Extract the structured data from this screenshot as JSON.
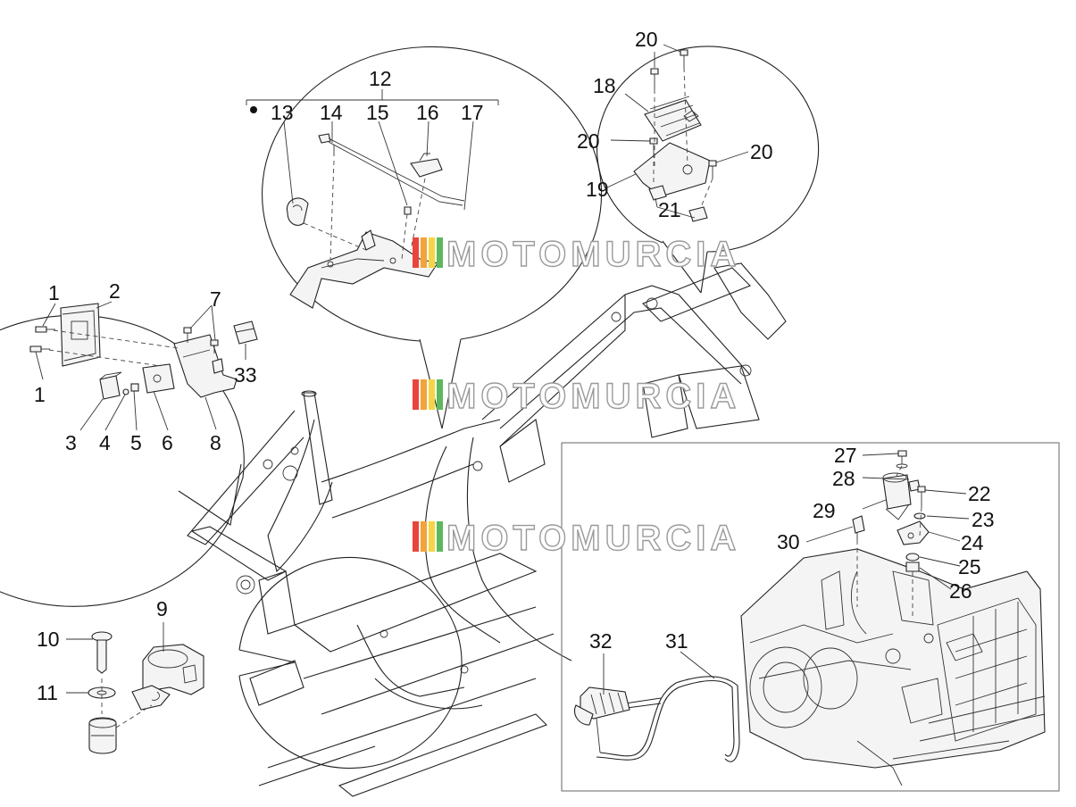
{
  "watermark": {
    "text": "MOTOMURCIA",
    "stripe_colors": [
      "#e8453c",
      "#f2a33a",
      "#f5d547",
      "#5bb85d"
    ]
  },
  "callouts": [
    {
      "id": "c1a",
      "text": "1"
    },
    {
      "id": "c1b",
      "text": "1"
    },
    {
      "id": "c2",
      "text": "2"
    },
    {
      "id": "c3",
      "text": "3"
    },
    {
      "id": "c4",
      "text": "4"
    },
    {
      "id": "c5",
      "text": "5"
    },
    {
      "id": "c6",
      "text": "6"
    },
    {
      "id": "c7",
      "text": "7"
    },
    {
      "id": "c8",
      "text": "8"
    },
    {
      "id": "c9",
      "text": "9"
    },
    {
      "id": "c10",
      "text": "10"
    },
    {
      "id": "c11",
      "text": "11"
    },
    {
      "id": "c12",
      "text": "12"
    },
    {
      "id": "c13",
      "text": "13"
    },
    {
      "id": "c14",
      "text": "14"
    },
    {
      "id": "c15",
      "text": "15"
    },
    {
      "id": "c16",
      "text": "16"
    },
    {
      "id": "c17",
      "text": "17"
    },
    {
      "id": "c18",
      "text": "18"
    },
    {
      "id": "c19",
      "text": "19"
    },
    {
      "id": "c20a",
      "text": "20"
    },
    {
      "id": "c20b",
      "text": "20"
    },
    {
      "id": "c20c",
      "text": "20"
    },
    {
      "id": "c21",
      "text": "21"
    },
    {
      "id": "c22",
      "text": "22"
    },
    {
      "id": "c23",
      "text": "23"
    },
    {
      "id": "c24",
      "text": "24"
    },
    {
      "id": "c25",
      "text": "25"
    },
    {
      "id": "c26",
      "text": "26"
    },
    {
      "id": "c27",
      "text": "27"
    },
    {
      "id": "c28",
      "text": "28"
    },
    {
      "id": "c29",
      "text": "29"
    },
    {
      "id": "c30",
      "text": "30"
    },
    {
      "id": "c31",
      "text": "31"
    },
    {
      "id": "c32",
      "text": "32"
    },
    {
      "id": "c33",
      "text": "33"
    }
  ]
}
